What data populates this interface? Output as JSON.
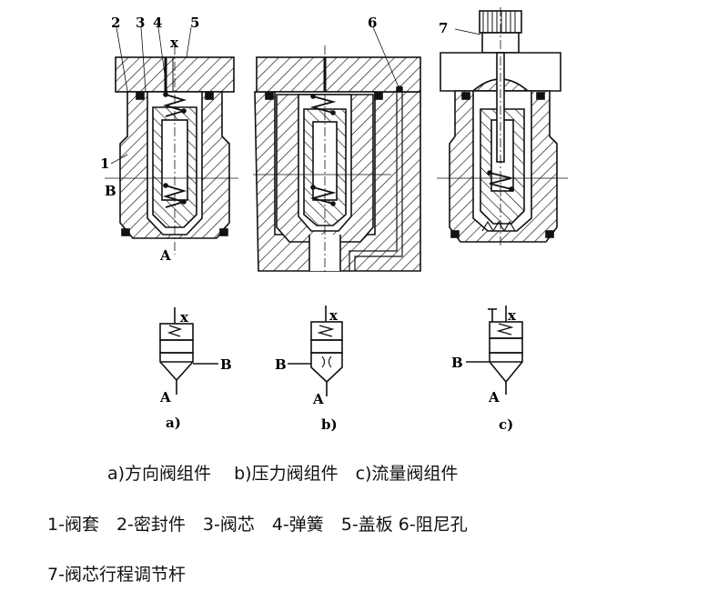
{
  "diagram": {
    "part_numbers": [
      "2",
      "3",
      "4",
      "5",
      "6",
      "7",
      "1"
    ],
    "port_labels": {
      "x": "x",
      "B": "B",
      "A": "A"
    },
    "subfigure_labels": [
      "a)",
      "b)",
      "c)"
    ]
  },
  "caption": {
    "line": "a)方向阀组件　 b)压力阀组件　c)流量阀组件"
  },
  "legend": {
    "line1": "1-阀套　2-密封件　3-阀芯　4-弹簧　5-盖板  6-阻尼孔",
    "line2": "7-阀芯行程调节杆"
  }
}
